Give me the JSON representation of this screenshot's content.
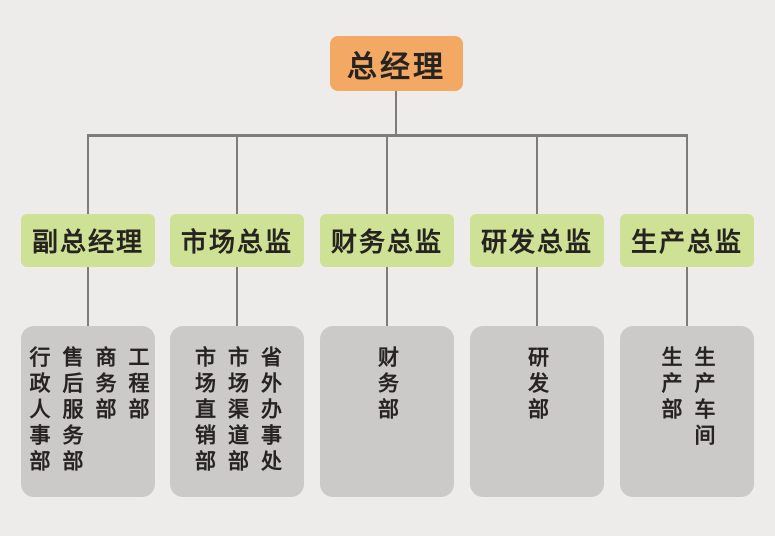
{
  "chart_title": "organization-chart",
  "colors": {
    "background": "#EDECEA",
    "root_box": "#F3A963",
    "manager_box": "#CFE194",
    "dept_box": "#CBCAC9",
    "connector_line": "#7E7C7A",
    "text": "#262321"
  },
  "root": {
    "label": "总经理"
  },
  "branches": [
    {
      "label": "副总经理",
      "departments": [
        "工程部",
        "商务部",
        "售后服务部",
        "行政人事部"
      ]
    },
    {
      "label": "市场总监",
      "departments": [
        "省外办事处",
        "市场渠道部",
        "市场直销部"
      ]
    },
    {
      "label": "财务总监",
      "departments": [
        "财务部"
      ]
    },
    {
      "label": "研发总监",
      "departments": [
        "研发部"
      ]
    },
    {
      "label": "生产总监",
      "departments": [
        "生产车间",
        "生产部"
      ]
    }
  ]
}
